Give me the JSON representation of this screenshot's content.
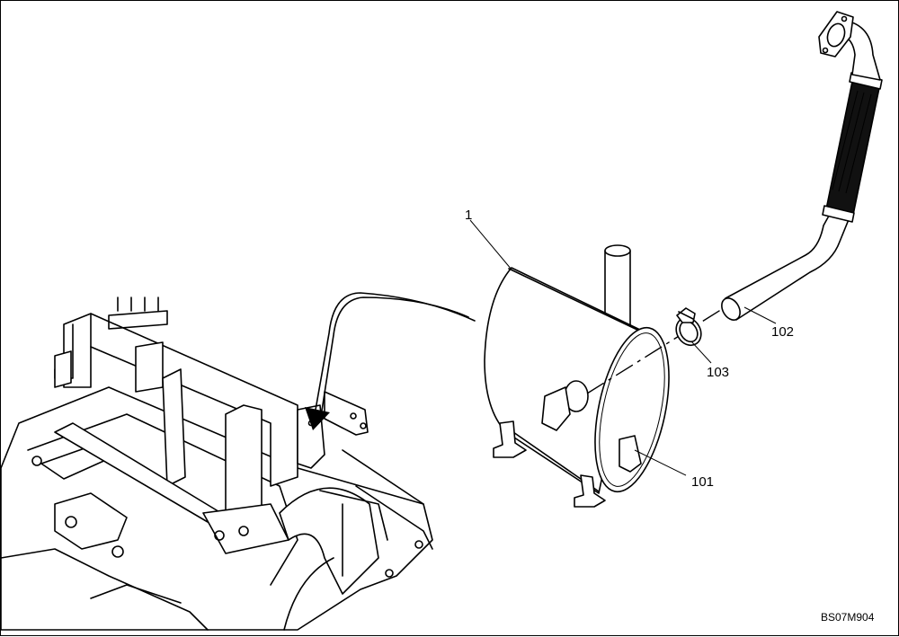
{
  "callouts": {
    "muffler": "1",
    "muffler_bracket": "101",
    "exhaust_pipe": "102",
    "clamp": "103"
  },
  "drawing_code": "BS07M904"
}
